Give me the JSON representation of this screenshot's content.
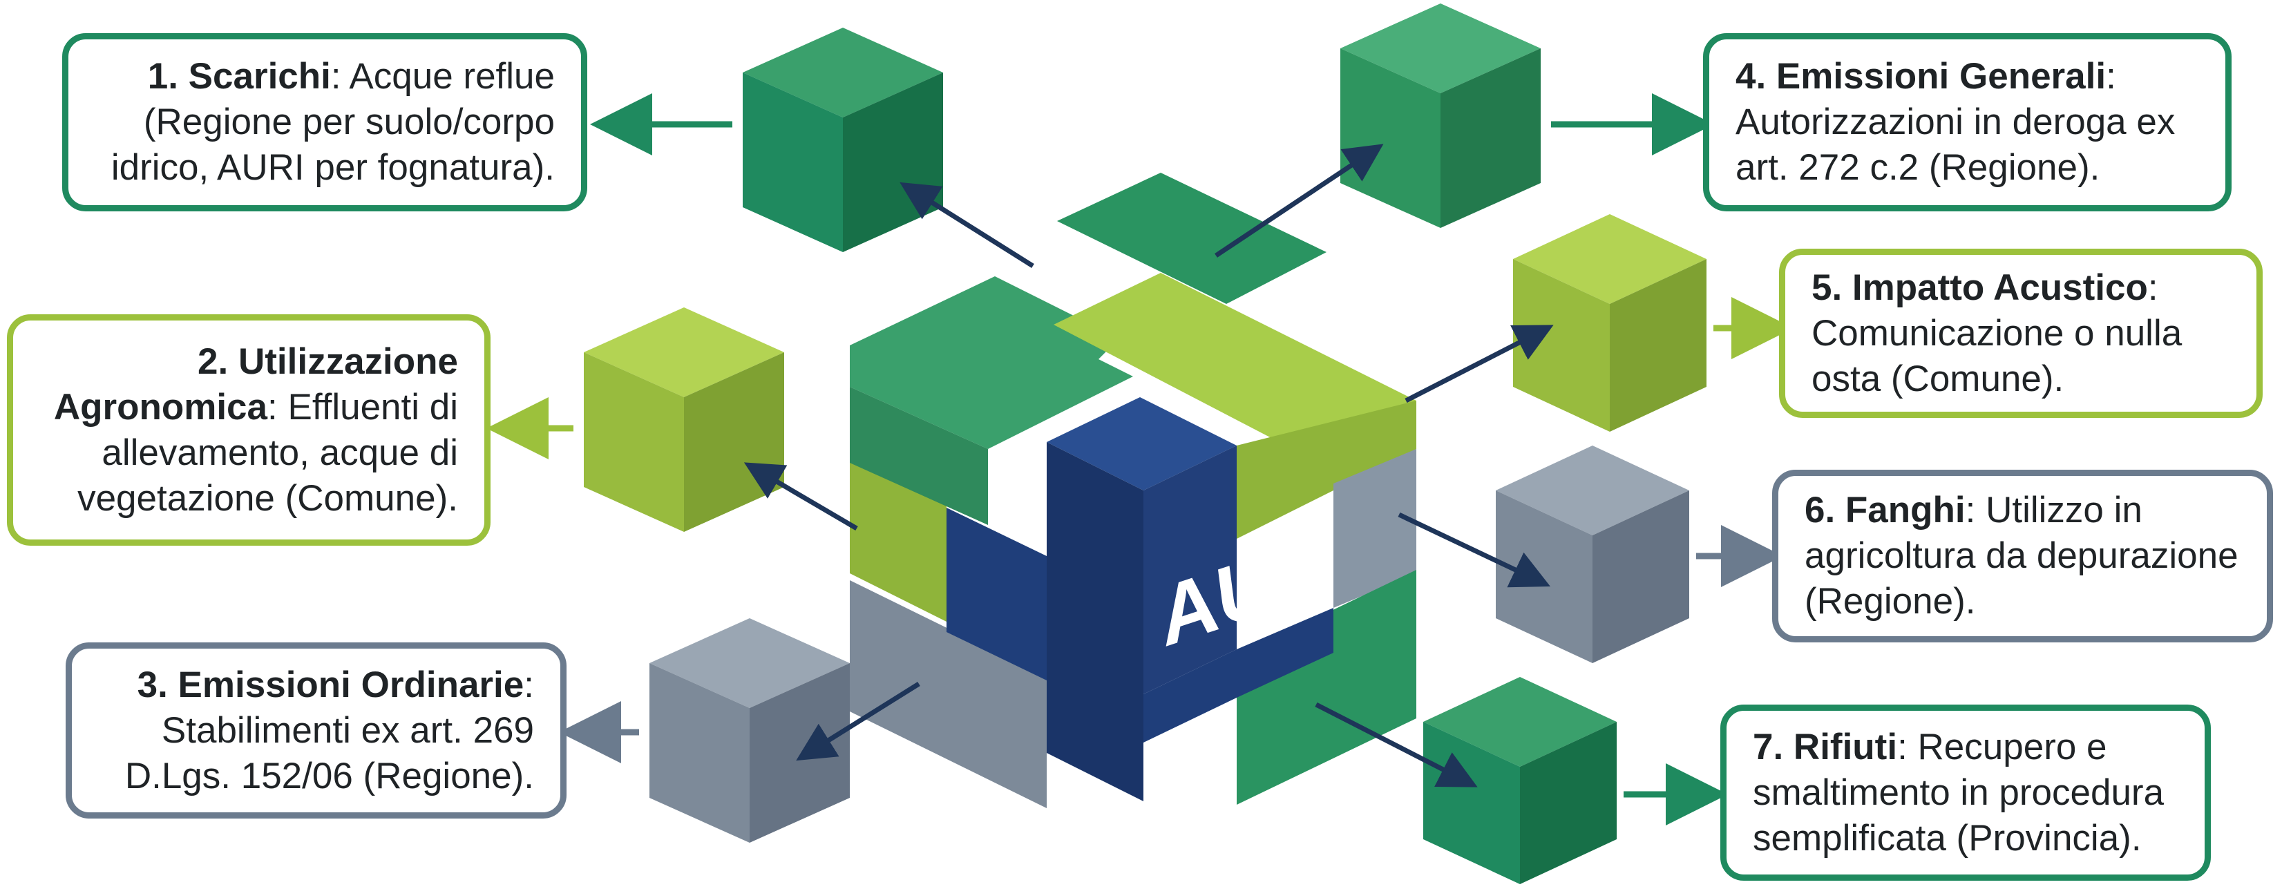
{
  "center_label": "AUA",
  "colors": {
    "green": "#1f8a5f",
    "green_dark": "#1a7a52",
    "lime": "#9cc13c",
    "slate": "#6b7b8e",
    "navy": "#1f3e7a",
    "arrow_dark": "#1e3559"
  },
  "items": [
    {
      "number_title": "1. Scarichi",
      "sep": ":",
      "text": " Acque reflue (Regione per suolo/corpo idrico, AURI per fognatura)."
    },
    {
      "number_title": "2. Utilizzazione Agronomica",
      "sep": ":",
      "text": " Effluenti di allevamento, acque di vegetazione (Comune)."
    },
    {
      "number_title": "3. Emissioni Ordinarie",
      "sep": ":",
      "text": " Stabilimenti ex art. 269 D.Lgs. 152/06 (Regione)."
    },
    {
      "number_title": "4. Emissioni Generali",
      "sep": ":",
      "text": " Autorizzazioni in deroga ex art. 272 c.2 (Regione)."
    },
    {
      "number_title": "5. Impatto Acustico",
      "sep": ":",
      "text": " Comunicazione o nulla osta (Comune)."
    },
    {
      "number_title": "6. Fanghi",
      "sep": ":",
      "text": " Utilizzo in agricoltura da depurazione (Regione)."
    },
    {
      "number_title": "7. Rifiuti",
      "sep": ":",
      "text": " Recupero e smaltimento in procedura semplificata (Provincia)."
    }
  ]
}
